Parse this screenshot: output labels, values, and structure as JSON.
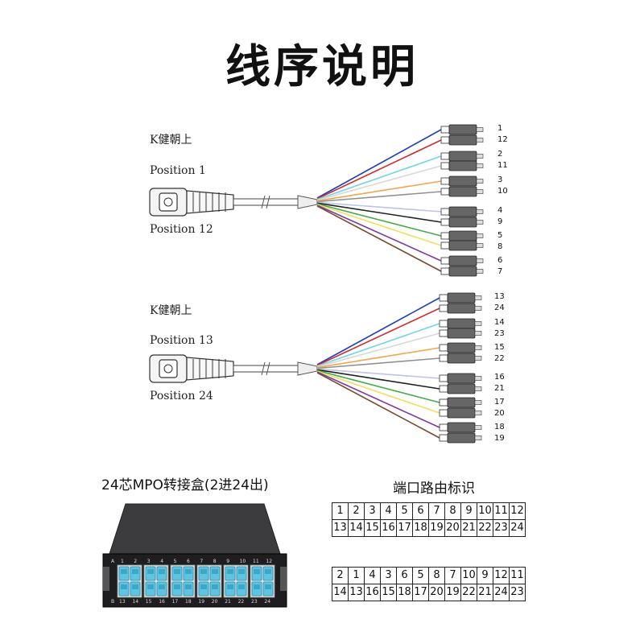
{
  "title": "线序说明",
  "group1": {
    "key_label": "K健朝上",
    "pos_top": "Position 1",
    "pos_bottom": "Position 12",
    "fiber_colors": [
      "#1f3fbf",
      "#6fd6e8",
      "#f4a64a",
      "#bfc1f0",
      "#3fae49",
      "#7e3aa8",
      "#7a4a2a",
      "#f3e05a",
      "#222222",
      "#909090",
      "#d8d8d8",
      "#d72a2a"
    ],
    "connector_pairs": [
      [
        "1",
        "12"
      ],
      [
        "2",
        "11"
      ],
      [
        "3",
        "10"
      ],
      [
        "4",
        "9"
      ],
      [
        "5",
        "8"
      ],
      [
        "6",
        "7"
      ]
    ]
  },
  "group2": {
    "key_label": "K健朝上",
    "pos_top": "Position  13",
    "pos_bottom": "Position  24",
    "fiber_colors": [
      "#1f3fbf",
      "#6fd6e8",
      "#f4a64a",
      "#bfc1f0",
      "#3fae49",
      "#7e3aa8",
      "#7a4a2a",
      "#f3e05a",
      "#222222",
      "#909090",
      "#d8d8d8",
      "#d72a2a"
    ],
    "connector_pairs": [
      [
        "13",
        "24"
      ],
      [
        "14",
        "23"
      ],
      [
        "15",
        "22"
      ],
      [
        "16",
        "21"
      ],
      [
        "17",
        "20"
      ],
      [
        "18",
        "19"
      ]
    ]
  },
  "box": {
    "title": "24芯MPO转接盒(2进24出)",
    "row_a_label": "A",
    "row_b_label": "B",
    "row_a_numbers": [
      "1",
      "2",
      "3",
      "4",
      "5",
      "6",
      "7",
      "8",
      "9",
      "10",
      "11",
      "12"
    ],
    "row_b_numbers": [
      "13",
      "14",
      "15",
      "16",
      "17",
      "18",
      "19",
      "20",
      "21",
      "22",
      "23",
      "24"
    ],
    "port_color": "#5fc4e0"
  },
  "routing": {
    "title": "端口路由标识",
    "table1": [
      [
        "1",
        "2",
        "3",
        "4",
        "5",
        "6",
        "7",
        "8",
        "9",
        "10",
        "11",
        "12"
      ],
      [
        "13",
        "14",
        "15",
        "16",
        "17",
        "18",
        "19",
        "20",
        "21",
        "22",
        "23",
        "24"
      ]
    ],
    "table2": [
      [
        "2",
        "1",
        "4",
        "3",
        "6",
        "5",
        "8",
        "7",
        "10",
        "9",
        "12",
        "11"
      ],
      [
        "14",
        "13",
        "16",
        "15",
        "18",
        "17",
        "20",
        "19",
        "22",
        "21",
        "24",
        "23"
      ]
    ]
  }
}
